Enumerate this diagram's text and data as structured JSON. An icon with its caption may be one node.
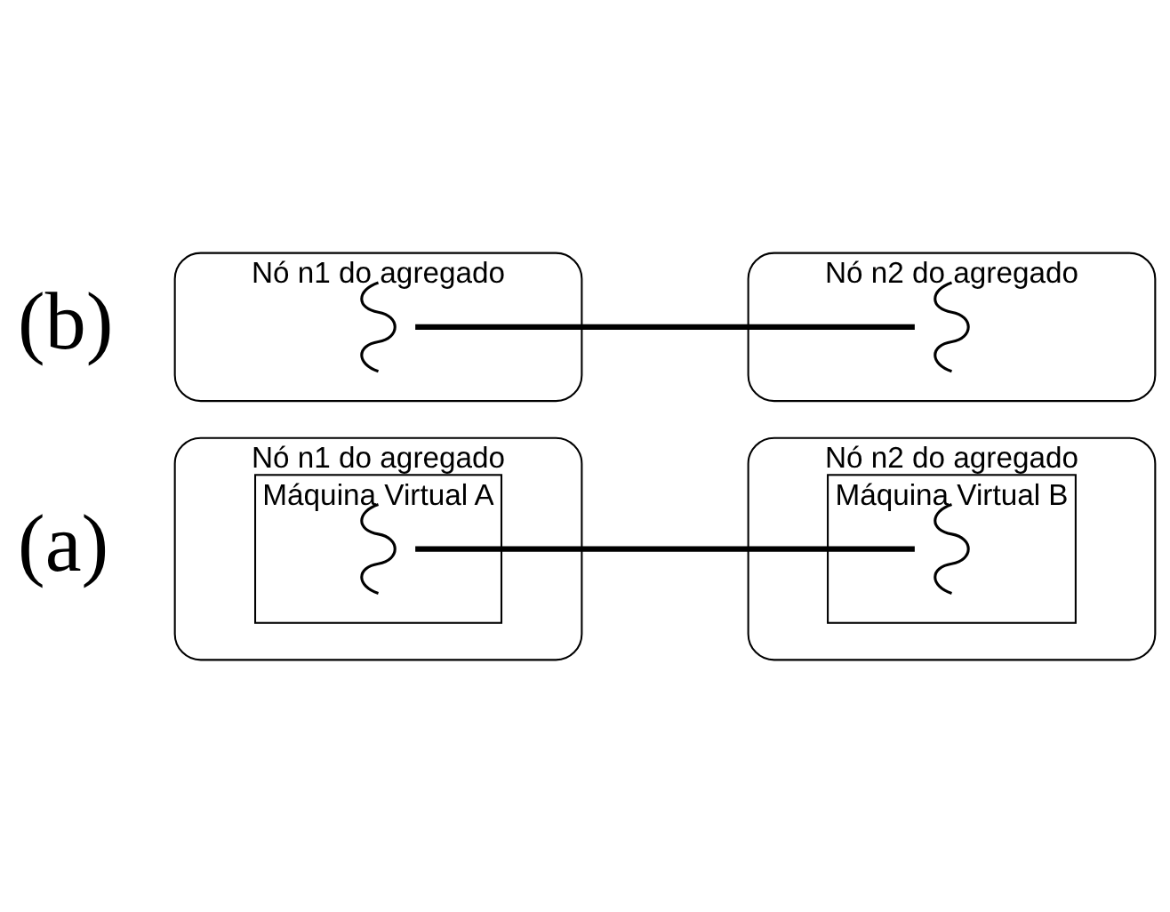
{
  "diagram": {
    "nodes": [
      {
        "text": [
          "Nó n1 do agregado"
        ]
      },
      {
        "text": [
          "Máquina Virtual A"
        ],
        "in": 0
      },
      {
        "text": [],
        "shape": "picture",
        "in": 1
      },
      {
        "text": [
          "Nó n2 do agregado"
        ]
      },
      {
        "text": [
          "Máquina Virtual B"
        ],
        "in": 3
      },
      {
        "text": [],
        "shape": "picture",
        "in": 4
      },
      {
        "text": [
          "Nó n1 do agregado"
        ]
      },
      {
        "text": [],
        "shape": "picture",
        "in": 6
      },
      {
        "text": [
          "Nó n2 do agregado"
        ]
      },
      {
        "text": [],
        "shape": "picture",
        "in": 8
      }
    ],
    "edges": [
      {
        "from": 2,
        "to": 5,
        "arrow": "none"
      },
      {
        "from": 7,
        "to": 9,
        "arrow": "none"
      }
    ],
    "labels": [
      "(a)",
      "(b)"
    ]
  }
}
